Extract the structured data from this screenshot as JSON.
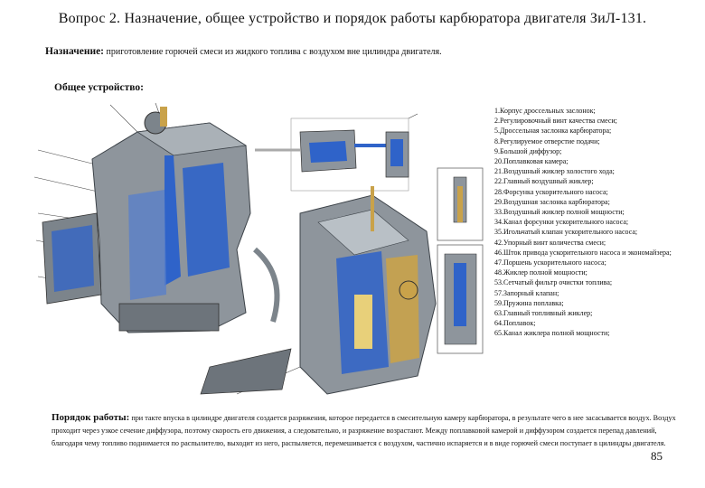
{
  "title": "Вопрос 2. Назначение, общее устройство и порядок работы карбюратора двигателя ЗиЛ-131.",
  "purpose": {
    "label": "Назначение:",
    "text": "приготовление горючей смеси из жидкого топлива с воздухом вне цилиндра двигателя."
  },
  "structure": {
    "heading": "Общее устройство:"
  },
  "parts": [
    "1.Корпус дроссельных заслонок;",
    "2.Регулировочный винт качества смеси;",
    "5.Дроссельная заслонка карбюратора;",
    "8.Регулируемое отверстие подачи;",
    "9.Большой диффузор;",
    "20.Поплавковая камера;",
    "21.Воздушный жиклер холостого хода;",
    "22.Главный воздушный жиклер;",
    "28.Форсунка ускорительного насоса;",
    "29.Воздушная заслонка карбюратора;",
    "33.Воздушный жиклер полной мощности;",
    "34.Канал форсунки ускорительного насоса;",
    "35.Игольчатый клапан ускорительного насоса;",
    "42.Упорный винт количества смеси;",
    "46.Шток привода ускорительного насоса и экономайзера;",
    "47.Поршень ускорительного насоса;",
    "48.Жиклер полной мощности;",
    "53.Сетчатый фильтр очистки топлива;",
    "57.Запорный клапан;",
    "59.Пружина поплавка;",
    "63.Главный топливный жиклер;",
    "64.Поплавок;",
    "65.Канал жиклера полной мощности;"
  ],
  "operation": {
    "label": "Порядок работы:",
    "text": "при такте впуска в цилиндре двигателя создается разряжения, которое передается в смесительную камеру карбюратора, в результате чего в нее засасывается воздух. Воздух проходит через узкое сечение диффузора, поэтому скорость его движения, а следовательно, и разряжение возрастают. Между поплавковой камерой и диффузором создается перепад давлений, благодаря чему топливо поднимается по распылителю, выходит из него, распыляется, перемешивается с воздухом, частично испаряется и в виде горючей смеси поступает в цилиндры двигателя."
  },
  "page_number": "85",
  "colors": {
    "metal_gray": "#8e959c",
    "metal_dark": "#4e555c",
    "fuel_blue": "#2f63c9",
    "brass": "#c9a24a"
  }
}
